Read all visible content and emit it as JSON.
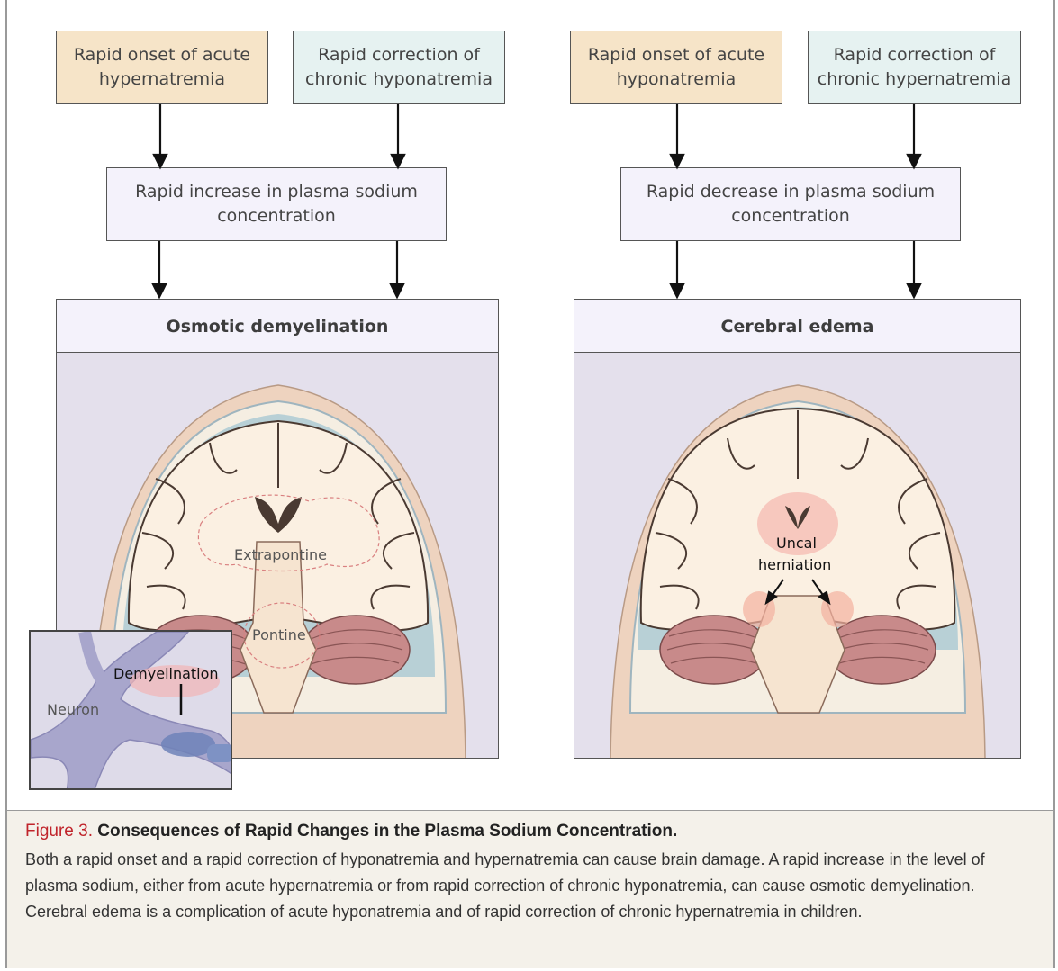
{
  "flow_left": {
    "cause_a": "Rapid onset of acute hypernatremia",
    "cause_b": "Rapid correction of chronic hyponatremia",
    "effect": "Rapid increase in plasma sodium concentration",
    "outcome": "Osmotic demyelination"
  },
  "flow_right": {
    "cause_a": "Rapid onset of acute hyponatremia",
    "cause_b": "Rapid correction of chronic hypernatremia",
    "effect": "Rapid decrease in plasma sodium concentration",
    "outcome": "Cerebral edema"
  },
  "labels": {
    "extrapontine": "Extrapontine",
    "pontine": "Pontine",
    "demyelination": "Demyelination",
    "neuron": "Neuron",
    "uncal_line1": "Uncal",
    "uncal_line2": "herniation"
  },
  "caption": {
    "number": "Figure 3.",
    "title": "Consequences of Rapid Changes in the Plasma Sodium Concentration.",
    "body": "Both a rapid onset and a rapid correction of hyponatremia and hypernatremia can cause brain damage. A rapid increase in the level of plasma sodium, either from acute hypernatremia or from rapid correction of chronic hyponatremia, can cause osmotic demyelination. Cerebral edema is a complication of acute hyponatremia and of rapid correction of chronic hypernatremia in children."
  },
  "colors": {
    "tan_box": "#f6e4c8",
    "teal_box": "#e6f2f1",
    "lavender_box": "#f4f2fb",
    "highlight_red": "#c0242b"
  }
}
